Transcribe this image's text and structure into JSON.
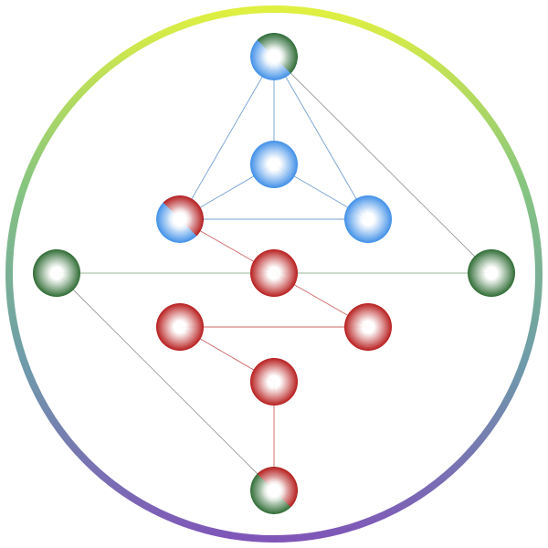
{
  "diagram": {
    "ring": {
      "gradient_colors": [
        "#e0f040",
        "#86c580",
        "#6e9caa",
        "#7f56b8"
      ]
    },
    "palette": {
      "blue": "#3f8fe8",
      "red": "#b71c1c",
      "green": "#2e6b33",
      "edge_blue": "#5b8fc7",
      "edge_red": "#c84a4a",
      "edge_gray": "#888888",
      "edge_green": "#88aa88"
    },
    "nodes": [
      {
        "id": "apex",
        "colors": [
          "green",
          "blue"
        ]
      },
      {
        "id": "center-top",
        "colors": [
          "blue"
        ]
      },
      {
        "id": "mid-left",
        "colors": [
          "red",
          "blue"
        ]
      },
      {
        "id": "mid-right",
        "colors": [
          "blue"
        ]
      },
      {
        "id": "far-left",
        "colors": [
          "green"
        ]
      },
      {
        "id": "center",
        "colors": [
          "red"
        ]
      },
      {
        "id": "far-right",
        "colors": [
          "green"
        ]
      },
      {
        "id": "lower-left",
        "colors": [
          "red"
        ]
      },
      {
        "id": "lower-right",
        "colors": [
          "red"
        ]
      },
      {
        "id": "lower-center",
        "colors": [
          "red"
        ]
      },
      {
        "id": "bottom",
        "colors": [
          "red",
          "green"
        ]
      }
    ],
    "edges": [
      {
        "from": "apex",
        "to": "center-top",
        "kind": "edge_blue"
      },
      {
        "from": "apex",
        "to": "mid-left",
        "kind": "edge_blue"
      },
      {
        "from": "apex",
        "to": "mid-right",
        "kind": "edge_blue"
      },
      {
        "from": "center-top",
        "to": "mid-left",
        "kind": "edge_blue"
      },
      {
        "from": "center-top",
        "to": "mid-right",
        "kind": "edge_blue"
      },
      {
        "from": "mid-left",
        "to": "mid-right",
        "kind": "edge_blue"
      },
      {
        "from": "apex",
        "to": "far-right",
        "kind": "edge_gray"
      },
      {
        "from": "far-left",
        "to": "far-right",
        "kind": "edge_green"
      },
      {
        "from": "mid-left",
        "to": "center",
        "kind": "edge_red"
      },
      {
        "from": "center",
        "to": "lower-right",
        "kind": "edge_red"
      },
      {
        "from": "lower-left",
        "to": "lower-right",
        "kind": "edge_red"
      },
      {
        "from": "lower-left",
        "to": "lower-center",
        "kind": "edge_red"
      },
      {
        "from": "lower-center",
        "to": "bottom",
        "kind": "edge_red"
      },
      {
        "from": "far-left",
        "to": "bottom",
        "kind": "edge_gray"
      }
    ]
  }
}
